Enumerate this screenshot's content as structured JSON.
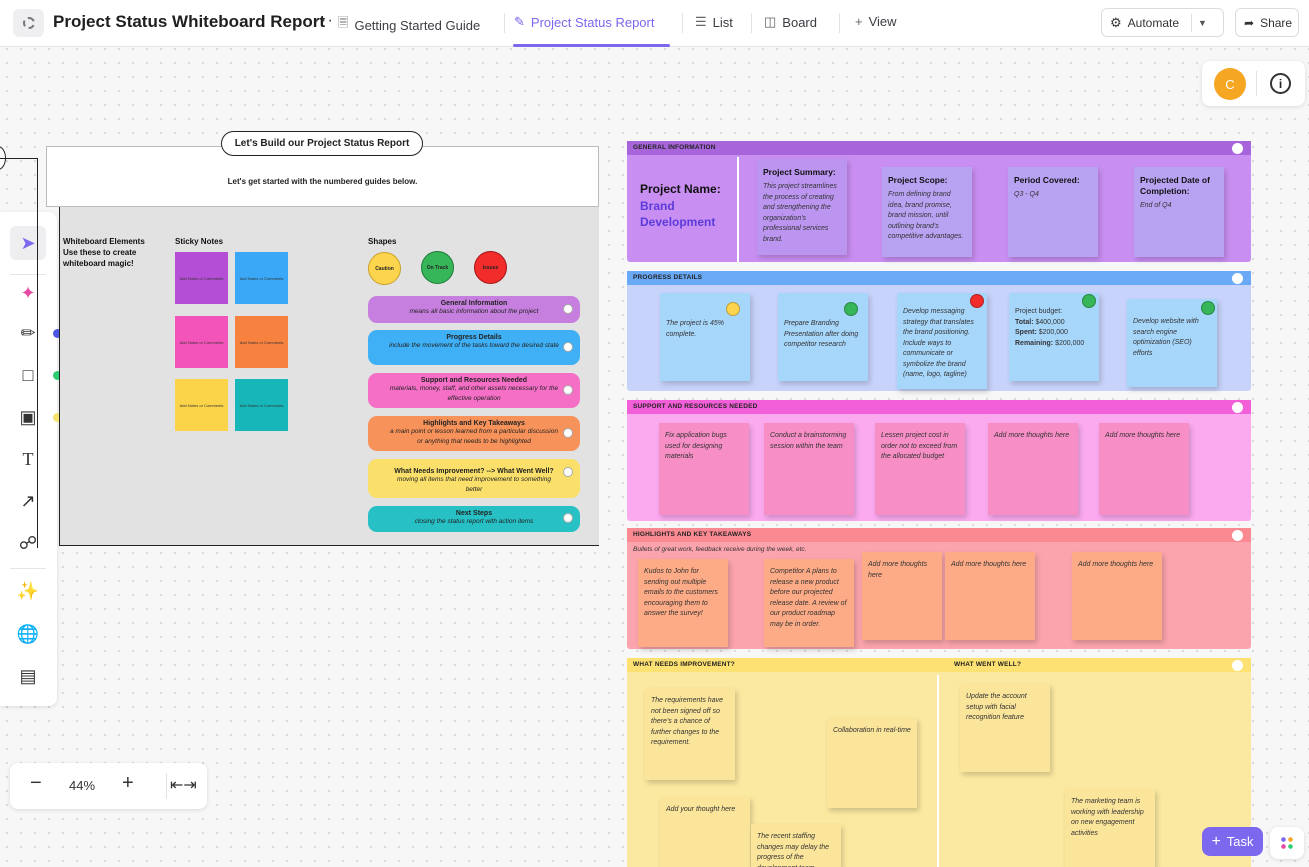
{
  "header": {
    "title": "Project Status Whiteboard Report",
    "more": "···",
    "tabs": [
      {
        "label": "Getting Started Guide",
        "icon": "doc-icon"
      },
      {
        "label": "Project Status Report",
        "icon": "whiteboard-icon"
      },
      {
        "label": "List",
        "icon": "list-icon"
      },
      {
        "label": "Board",
        "icon": "board-icon"
      },
      {
        "label": "View",
        "icon": "plus-icon"
      }
    ],
    "automate": "Automate",
    "share": "Share"
  },
  "user": {
    "avatar": "C"
  },
  "zoom": {
    "level": "44%"
  },
  "left_board": {
    "title": "Let's Build our Project Status Report",
    "subtitle": "Let's get started with the numbered guides below.",
    "elements_heading": "Whiteboard Elements\nUse these to create\nwhiteboard magic!",
    "sticky_heading": "Sticky Notes",
    "sticky_text": "Add Notes or Comments",
    "shapes_heading": "Shapes",
    "shapes": [
      "Caution",
      "On Track",
      "Issues"
    ],
    "guides": [
      {
        "title": "General Information",
        "desc": "means all basic information about the project",
        "color": "#c67fde"
      },
      {
        "title": "Progress Details",
        "desc": "include the movement of the tasks toward the desired state",
        "color": "#3fb0f5"
      },
      {
        "title": "Support and Resources Needed",
        "desc": "materials, money, staff, and other assets necessary for the effective operation",
        "color": "#f56fc7"
      },
      {
        "title": "Highlights and Key Takeaways",
        "desc": "a main point or lesson learned from a particular discussion or anything that needs to be highlighted",
        "color": "#f7925a"
      },
      {
        "title": "What Needs Improvement? --> What Went Well?",
        "desc": "moving all items that need improvement to something better",
        "color": "#fae06a"
      },
      {
        "title": "Next Steps",
        "desc": "closing the status report with action items",
        "color": "#27c0c5"
      }
    ]
  },
  "general": {
    "label": "GENERAL INFORMATION",
    "project_name_label": "Project Name:",
    "project_name": "Brand Development",
    "summary_title": "Project Summary:",
    "summary": "This project streamlines the process of creating and strengthening the organization's professional services brand.",
    "scope_title": "Project Scope:",
    "scope": "From defining brand idea, brand promise, brand mission, until outlining brand's competitive advantages.",
    "period_title": "Period Covered:",
    "period": "Q3 - Q4",
    "completion_title": "Projected Date of Completion:",
    "completion": "End of Q4"
  },
  "progress": {
    "label": "PROGRESS DETAILS",
    "notes": [
      "The project is 45% complete.",
      "Prepare Branding Presentation after doing competitor research",
      "Develop messaging strategy that translates the brand positioning. Include ways to communicate or symbolize the brand (name, logo, tagline)",
      "Develop website with search engine optimization (SEO) efforts"
    ],
    "budget_label": "Project budget:",
    "total_label": "Total:",
    "total": "$400,000",
    "spent_label": "Spent:",
    "spent": "$200,000",
    "remaining_label": "Remaining:",
    "remaining": "$200,000"
  },
  "support": {
    "label": "SUPPORT AND RESOURCES NEEDED",
    "notes": [
      "Fix application bugs used for designing materials",
      "Conduct a brainstorming session within the team",
      "Lessen project cost in order not to exceed from the allocated budget",
      "Add more thoughts here",
      "Add more thoughts here"
    ]
  },
  "highlights": {
    "label": "HIGHLIGHTS AND KEY TAKEAWAYS",
    "sub": "Bullets of great work, feedback receive during the week, etc.",
    "notes": [
      "Kudos to John for sending out multiple emails to the customers encouraging them to answer the survey!",
      "Competitor A plans to release a new product before our projected release date. A review of our product roadmap may be in order.",
      "Add more thoughts here",
      "Add more thoughts here",
      "Add more thoughts here"
    ]
  },
  "improve": {
    "label_left": "WHAT NEEDS IMPROVEMENT?",
    "label_right": "WHAT WENT WELL?",
    "notes_left": [
      "The requirements have not been signed off so there's a chance of further changes to the requirement.",
      "Collaboration in real-time",
      "Add your thought here",
      "The recent staffing changes may delay the progress of the development team"
    ],
    "notes_right": [
      "Update the account setup with facial recognition feature",
      "The marketing team is working with leadership on new engagement activities"
    ]
  },
  "fab": {
    "task": "Task"
  },
  "colors": {
    "accent": "#7b68ee",
    "general": "#c98ef2",
    "progress": "#7fb4f5",
    "support": "#f98ee3",
    "highlights": "#fb9fa6",
    "improve": "#fbe9a1"
  }
}
